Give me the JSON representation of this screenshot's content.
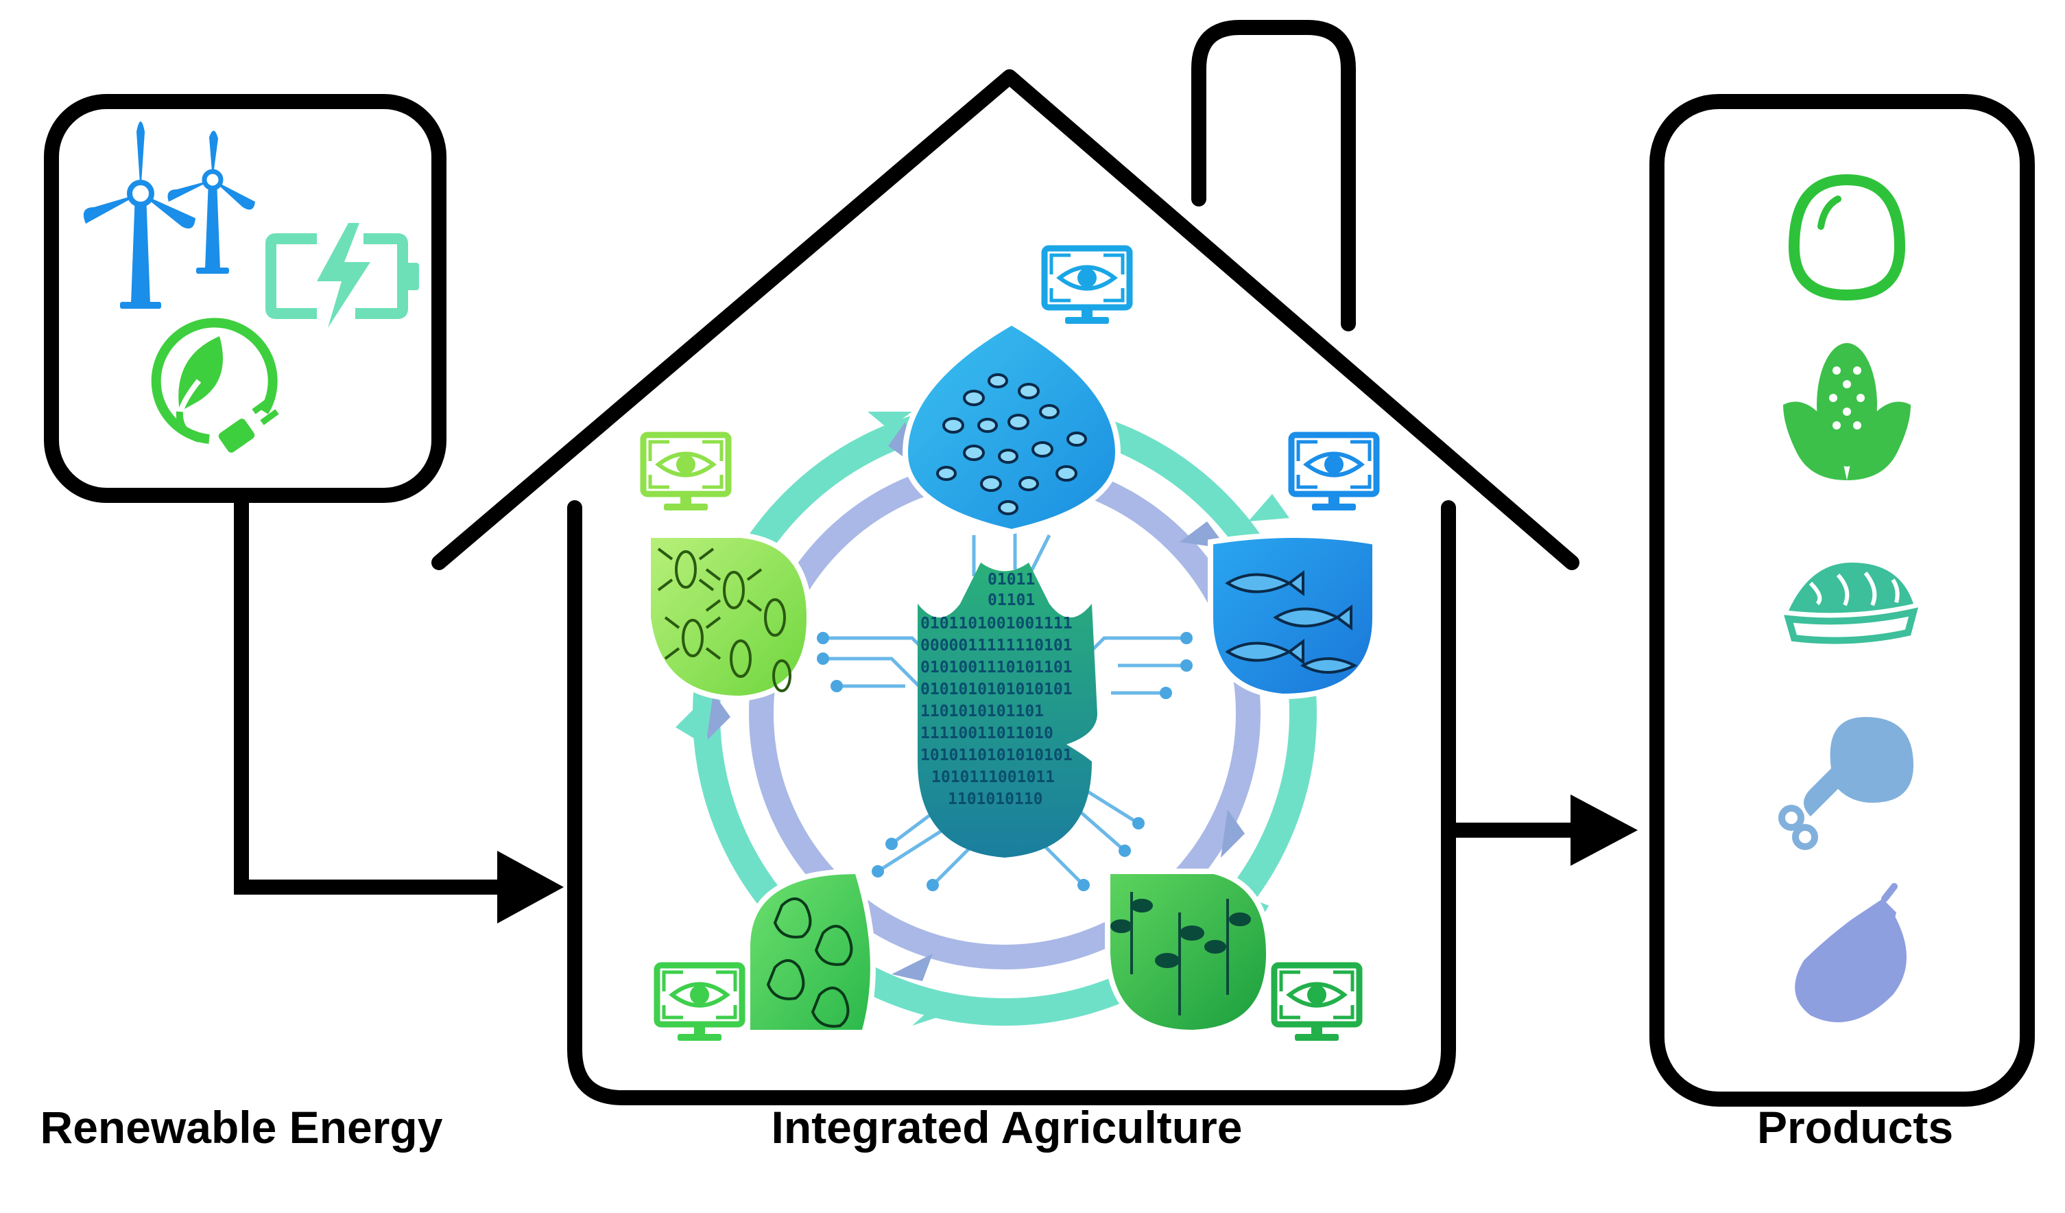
{
  "captions": {
    "renewable_energy": "Renewable Energy",
    "integrated_agriculture": "Integrated Agriculture",
    "products": "Products"
  },
  "binary_lines": [
    "01011",
    "01101",
    "0101101001001111",
    "0000011111110101",
    "0101001110101101",
    "0101010101010101",
    "1101010101101",
    "11110011011010",
    "1010110101010101",
    "1010111001011",
    "1101010110"
  ],
  "colors": {
    "outline": "#000000",
    "wind_turbine": "#1a8ee8",
    "battery": "#6de0b8",
    "eco_plug": "#3ecf3e",
    "egg": "#2ec23a",
    "corn": "#3cc04a",
    "fish": "#3cbf9a",
    "drumstick": "#82b0dc",
    "eggplant": "#8e9fe0",
    "leaf_seeds": "#1aa6e6",
    "leaf_insects": "#8fe04a",
    "leaf_fish": "#1a8ee8",
    "leaf_chickens": "#3ecf4c",
    "leaf_plants": "#22b04a",
    "cycle_ring_outer": "#6fe0c8",
    "cycle_ring_inner": "#8fa6d8",
    "central_tulip": "#1a9e8e"
  },
  "icons": {
    "energy": [
      "wind-turbine-icon",
      "battery-charging-icon",
      "eco-plug-icon"
    ],
    "products": [
      "egg-icon",
      "corn-icon",
      "fish-fillet-icon",
      "drumstick-icon",
      "eggplant-icon"
    ],
    "monitors": [
      "monitor-eye-icon"
    ],
    "leaves": [
      "seeds-leaf",
      "insects-leaf",
      "fish-leaf",
      "chickens-leaf",
      "plants-leaf"
    ]
  }
}
